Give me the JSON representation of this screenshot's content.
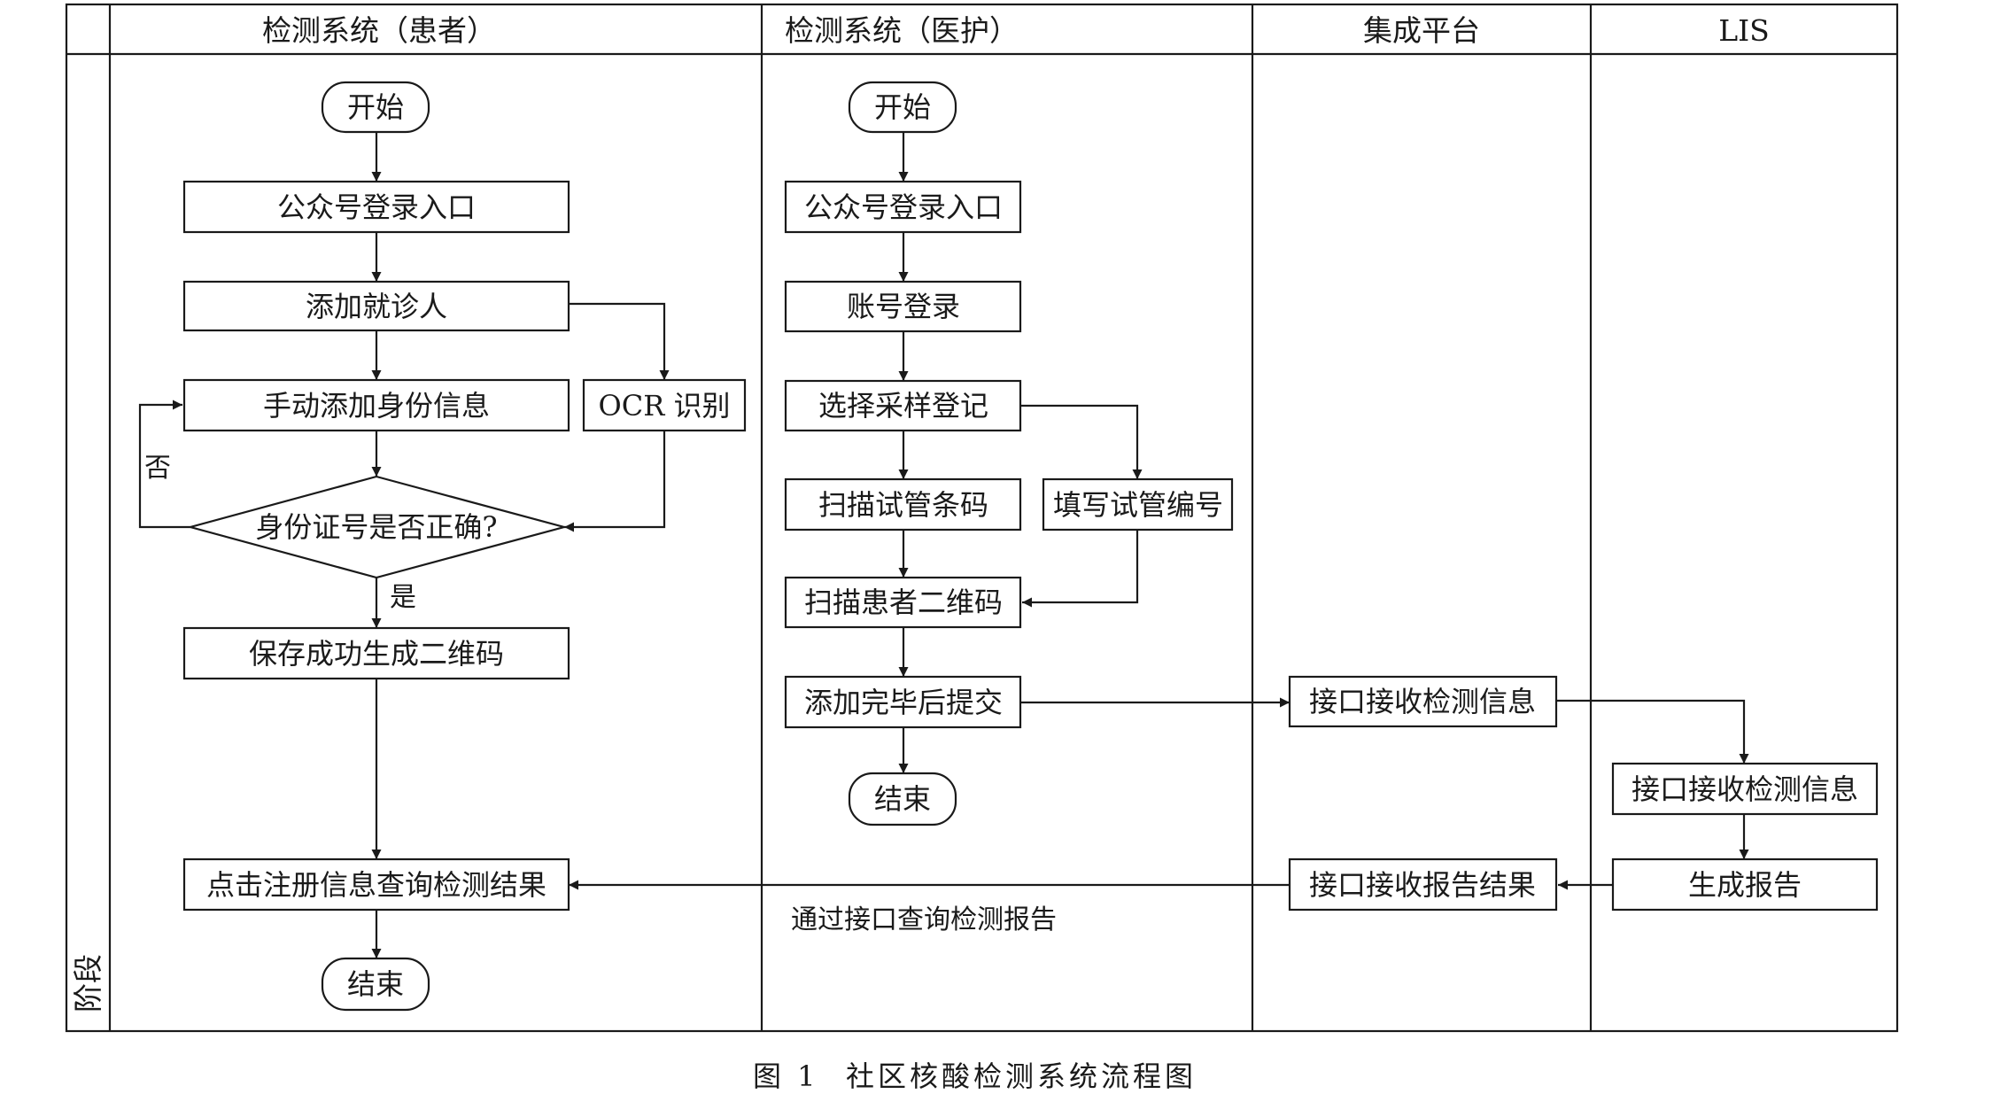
{
  "lanes": {
    "stage": "阶段",
    "patient": "检测系统（患者）",
    "medical": "检测系统（医护）",
    "platform": "集成平台",
    "lis": "LIS"
  },
  "patient": {
    "start": "开始",
    "login": "公众号登录入口",
    "add_patient": "添加就诊人",
    "manual_add": "手动添加身份信息",
    "ocr": "OCR 识别",
    "decision": "身份证号是否正确?",
    "no": "否",
    "yes": "是",
    "save": "保存成功生成二维码",
    "query": "点击注册信息查询检测结果",
    "end": "结束"
  },
  "medical": {
    "start": "开始",
    "login": "公众号登录入口",
    "account": "账号登录",
    "select": "选择采样登记",
    "scan_tube": "扫描试管条码",
    "fill_tube": "填写试管编号",
    "scan_qr": "扫描患者二维码",
    "submit": "添加完毕后提交",
    "end": "结束"
  },
  "platform": {
    "receive_info": "接口接收检测信息",
    "receive_report": "接口接收报告结果"
  },
  "lis": {
    "receive_info": "接口接收检测信息",
    "generate": "生成报告"
  },
  "annotation": "通过接口查询检测报告",
  "caption": {
    "label": "图 1",
    "text": "社区核酸检测系统流程图"
  }
}
